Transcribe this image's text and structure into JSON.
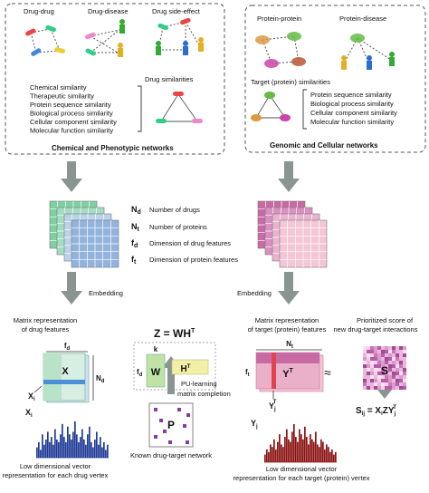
{
  "left_panel": {
    "headers": [
      "Drug-drug",
      "Drug-disease",
      "Drug side-effect"
    ],
    "similarities_title": "Drug similarities",
    "similarity_list": [
      "Chemical similarity",
      "Therapeutic similarity",
      "Protein sequence similarity",
      "Biological process similarity",
      "Cellular component similarity",
      "Molecular function similarity"
    ],
    "footer": "Chemical and Phenotypic networks"
  },
  "right_panel": {
    "headers": [
      "Protein-protein",
      "Protein-disease"
    ],
    "similarities_title": "Target (protein) similarities",
    "similarity_list": [
      "Protein sequence similarity",
      "Biological process similarity",
      "Cellular component similarity",
      "Molecular function similarity"
    ],
    "footer": "Genomic and Cellular networks"
  },
  "legend": [
    {
      "sym": "N",
      "sub": "d",
      "text": "Number of drugs"
    },
    {
      "sym": "N",
      "sub": "t",
      "text": "Number of proteins"
    },
    {
      "sym": "f",
      "sub": "d",
      "text": "Dimension of drug features"
    },
    {
      "sym": "f",
      "sub": "t",
      "text": "Dimension of protein features"
    }
  ],
  "embedding_label": "Embedding",
  "drug_matrix": {
    "caption": [
      "Matrix representation",
      "of drug features"
    ],
    "f_label": "f",
    "f_sub": "d",
    "N_label": "N",
    "N_sub": "d",
    "center": "X",
    "row_label": "X",
    "row_sub": "i"
  },
  "factorization": {
    "equation": "Z = WH",
    "equation_sup": "T",
    "k_label": "k",
    "fd_label": "f",
    "fd_sub": "d",
    "W": "W",
    "H": "H",
    "H_sup": "T",
    "pu_label": [
      "PU-learning",
      "matrix completion"
    ],
    "P": "P",
    "known_label": "Known drug-target network"
  },
  "target_matrix": {
    "caption": [
      "Matrix representation",
      "of target (protein) features"
    ],
    "N_label": "N",
    "N_sub": "t",
    "f_label": "f",
    "f_sub": "t",
    "center": "Y",
    "center_sup": "T",
    "col_label": "Y",
    "col_sub": "j",
    "col_sup": "T"
  },
  "approx_symbol": "≈",
  "score": {
    "caption": [
      "Prioritized score of",
      "new drug-target interactions"
    ],
    "S": "S",
    "formula": "S",
    "formula_rest": " = X",
    "formula_i": "ij",
    "formula_xi": "i",
    "formula_tail": "ZY",
    "formula_j": "j",
    "formula_T": "T"
  },
  "drug_vector": {
    "label": "X",
    "label_sub": "i",
    "caption": [
      "Low dimensional vector",
      "representation for each drug vertex"
    ],
    "values": [
      4,
      6,
      3,
      9,
      5,
      7,
      10,
      6,
      8,
      5,
      11,
      7,
      6,
      9,
      13,
      8,
      6,
      12,
      9,
      7,
      10,
      14,
      9,
      6,
      8,
      11,
      7,
      5,
      9,
      12,
      6,
      4,
      7,
      10,
      5,
      8,
      4,
      6,
      3,
      5
    ]
  },
  "target_vector": {
    "label": "Y",
    "label_sub": "j",
    "caption": [
      "Low dimensional vector",
      "representation for each target (protein) vertex"
    ],
    "values": [
      3,
      5,
      4,
      7,
      6,
      9,
      5,
      8,
      11,
      7,
      6,
      10,
      13,
      9,
      8,
      12,
      15,
      10,
      8,
      13,
      11,
      9,
      14,
      10,
      7,
      11,
      9,
      8,
      12,
      7,
      6,
      9,
      8,
      5,
      7,
      6,
      4,
      5,
      3,
      4
    ]
  },
  "colors": {
    "arrow": "#8a9591",
    "drug_green": "#7fcfa1",
    "drug_blue": "#93b3dc",
    "target_pink": "#d98fbf",
    "target_light": "#f4c6d6",
    "bar_blue": "#1f3a96",
    "bar_red": "#8b1212",
    "w_green": "#bfe3a5",
    "h_yellow": "#f3f0a6",
    "p_purple": "#8a3aa3"
  }
}
